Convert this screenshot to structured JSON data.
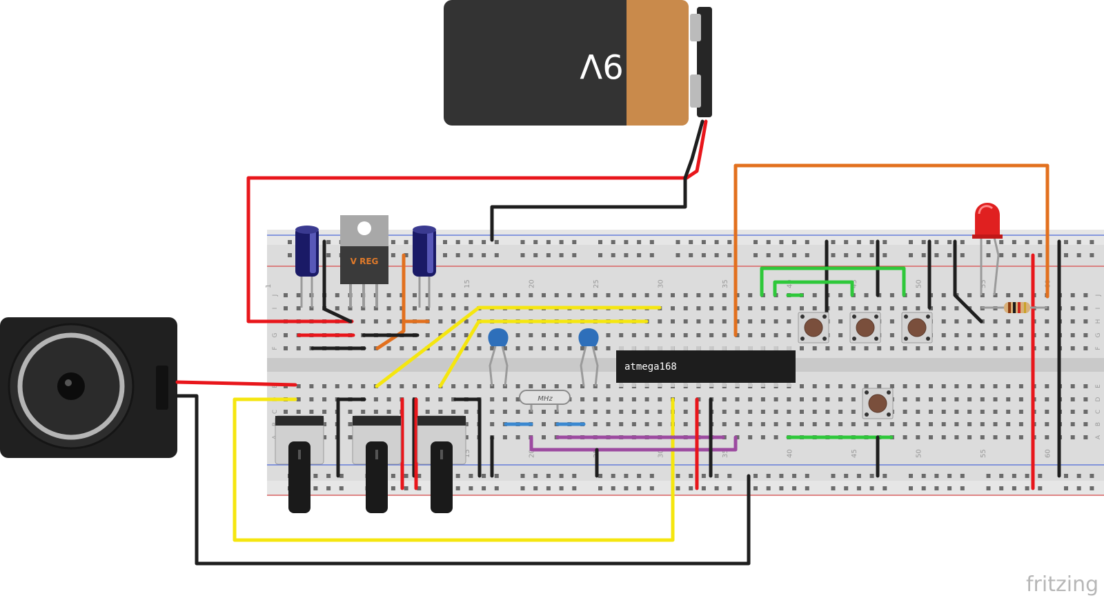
{
  "battery": {
    "label": "9V"
  },
  "regulator": {
    "label": "V REG"
  },
  "chip": {
    "label": "atmega168"
  },
  "crystal": {
    "label": "MHz"
  },
  "breadboard": {
    "column_numbers": [
      "15",
      "20",
      "25",
      "30",
      "35",
      "40",
      "45",
      "50",
      "55",
      "60"
    ],
    "top_row_letters": [
      "J",
      "I",
      "H",
      "G",
      "F"
    ],
    "bottom_row_letters": [
      "E",
      "D",
      "C",
      "B",
      "A"
    ],
    "left_row_letters": [
      "J",
      "I",
      "H",
      "G",
      "F",
      "E",
      "D",
      "C",
      "B",
      "A"
    ],
    "left_column_number": "1"
  },
  "watermark": {
    "text": "fritzing"
  },
  "colors": {
    "wire_red": "#e8161b",
    "wire_black": "#1e1e1e",
    "wire_yellow": "#f5e60f",
    "wire_orange": "#e2701e",
    "wire_green": "#2ec83a",
    "wire_purple": "#9c4aa0",
    "wire_blue": "#3a88d0",
    "breadboard": "#dcdcdc",
    "rail_red": "#d94a4a",
    "rail_blue": "#4d6ad8",
    "battery_body": "#333333",
    "battery_copper": "#c98a4b",
    "led": "#e02020"
  }
}
